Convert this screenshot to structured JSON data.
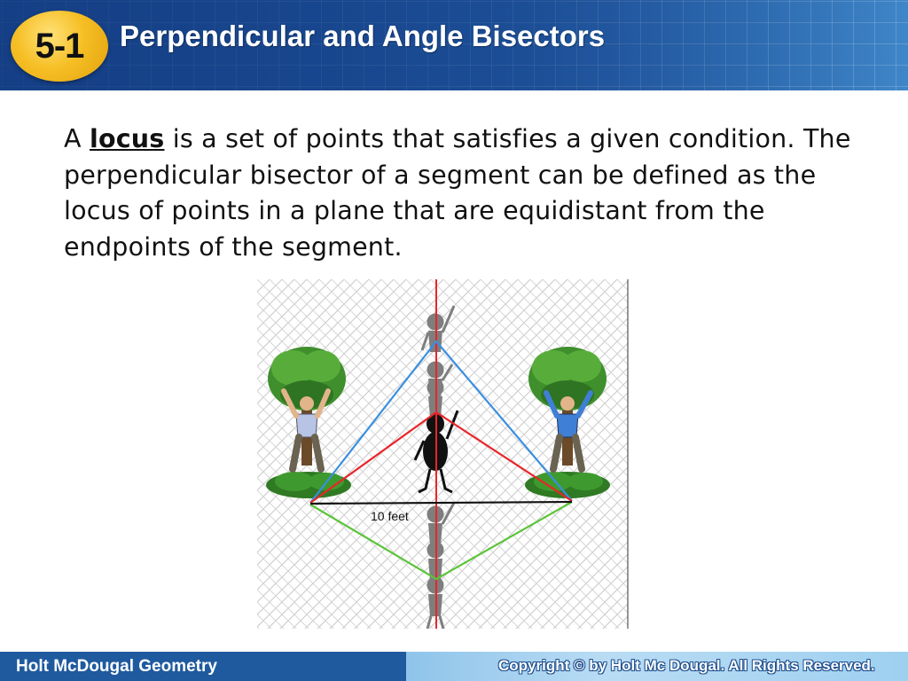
{
  "header": {
    "badge": "5-1",
    "title": "Perpendicular and Angle Bisectors"
  },
  "body": {
    "intro": "A ",
    "keyword": "locus",
    "text": " is a set of points that satisfies a given condition. The perpendicular bisector of a segment can be defined as the locus of points in a plane that are equidistant from the endpoints of the segment."
  },
  "figure": {
    "distance_label": "10 feet",
    "colors": {
      "bisector": "#e8262a",
      "upper_triangle": "#3a8fe0",
      "middle_triangle": "#e8262a",
      "lower_triangle": "#5cc43a"
    }
  },
  "footer": {
    "left": "Holt McDougal Geometry",
    "right": "Copyright © by Holt Mc Dougal. All Rights Reserved."
  }
}
